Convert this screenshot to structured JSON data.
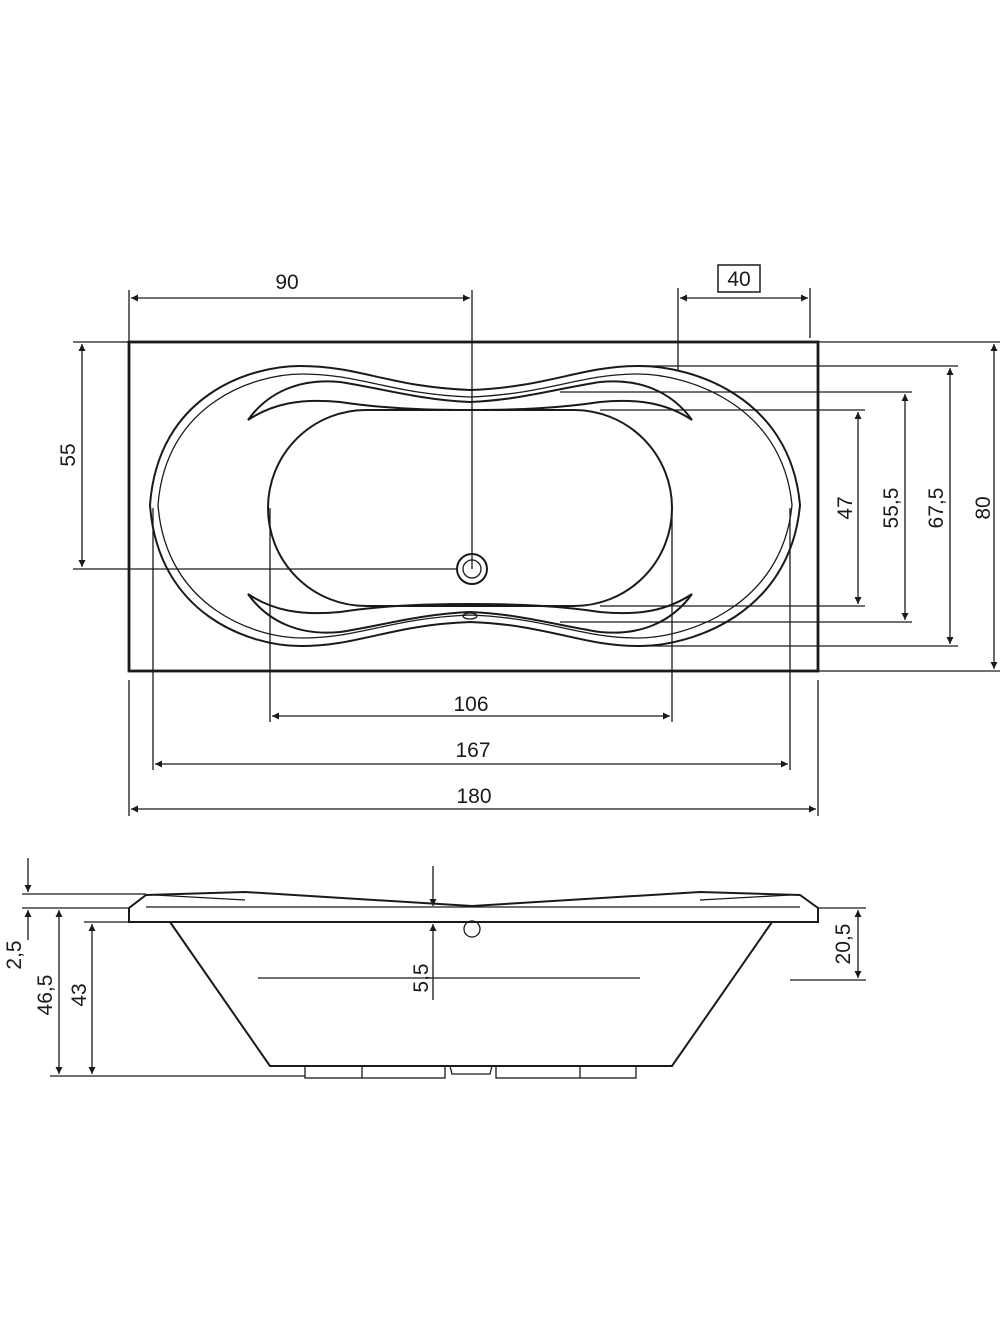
{
  "top_view": {
    "dim_90": "90",
    "dim_40": "40",
    "dim_55": "55",
    "dim_47": "47",
    "dim_55_5": "55,5",
    "dim_67_5": "67,5",
    "dim_80": "80",
    "dim_106": "106",
    "dim_167": "167",
    "dim_180": "180"
  },
  "side_view": {
    "dim_2_5": "2,5",
    "dim_46_5": "46,5",
    "dim_43": "43",
    "dim_5_5": "5,5",
    "dim_20_5": "20,5"
  }
}
